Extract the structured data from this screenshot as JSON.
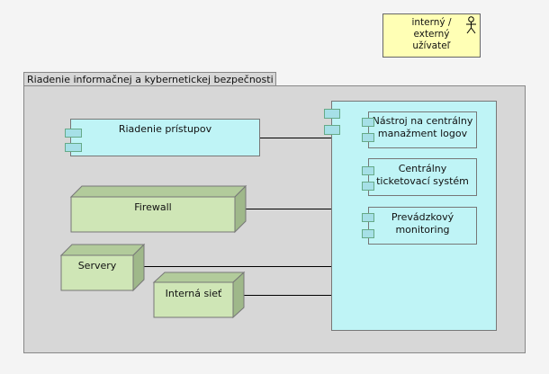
{
  "actor": {
    "label": "interný /\nexterný\nužívateľ",
    "icon": "stick-figure-icon"
  },
  "group": {
    "title": "Riadenie informačnej a kybernetickej bezpečnosti"
  },
  "components": {
    "access": "Riadenie prístupov",
    "logs": "Nástroj na centrálny\nmanažment logov",
    "ticketing": "Centrálny\nticketovací systém",
    "monitoring": "Prevádzkový\nmonitoring"
  },
  "nodes": {
    "firewall": "Firewall",
    "servers": "Servery",
    "network": "Interná sieť"
  },
  "colors": {
    "component_fill": "#bff4f6",
    "node_front": "#cfe6b6",
    "actor_fill": "#ffffb5",
    "group_fill": "#d7d7d7"
  }
}
